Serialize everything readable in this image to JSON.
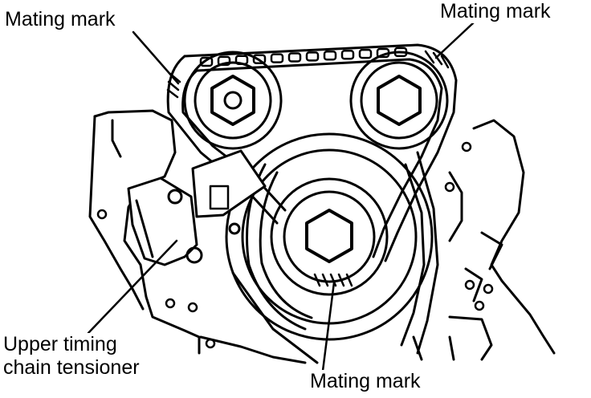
{
  "labels": {
    "mating_mark_top_left": "Mating mark",
    "mating_mark_top_right": "Mating mark",
    "tensioner_line1": "Upper timing",
    "tensioner_line2": "chain tensioner",
    "mating_mark_bottom": "Mating mark"
  }
}
